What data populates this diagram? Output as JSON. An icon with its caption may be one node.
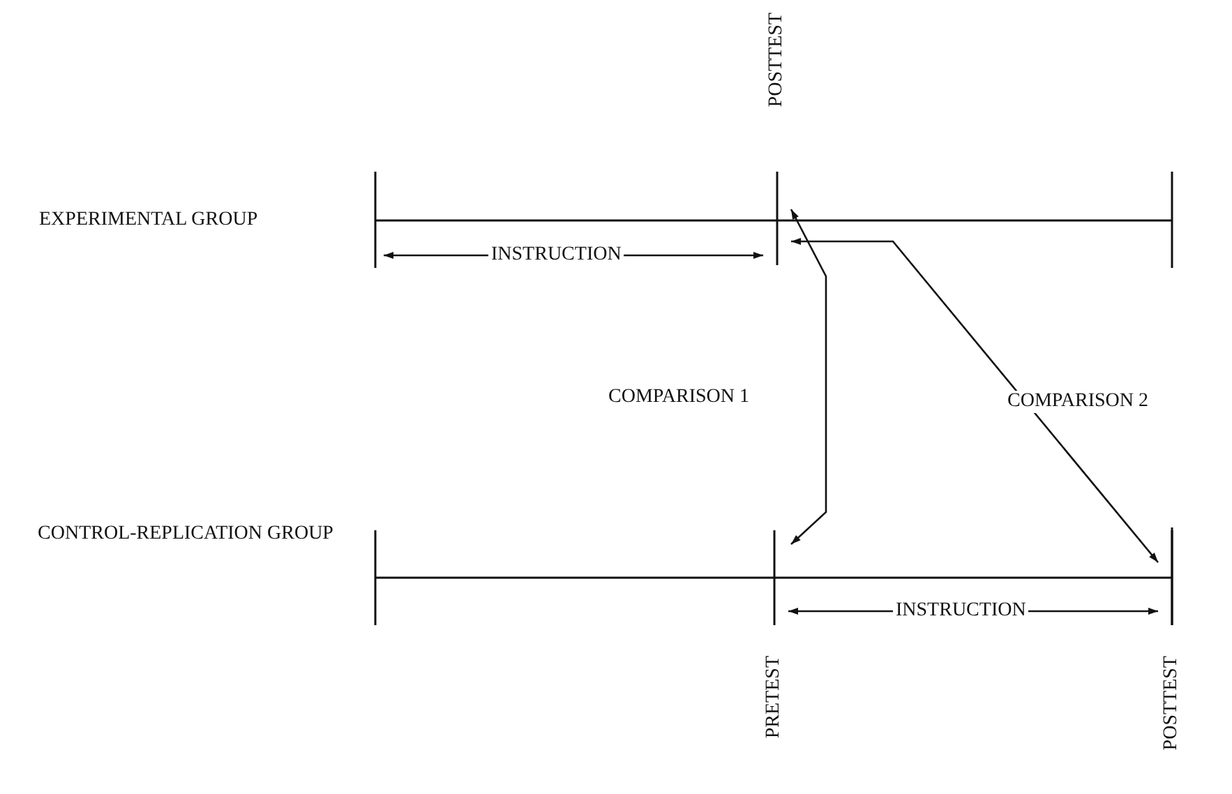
{
  "diagram": {
    "nodes": [
      {
        "text": [
          "POSTTEST"
        ]
      },
      {
        "text": [
          "PRETEST"
        ]
      },
      {
        "text": [
          "POSTTEST"
        ]
      }
    ],
    "edges": [
      {
        "from": null,
        "to": 0,
        "arrow": "both",
        "label": "INSTRUCTION"
      },
      {
        "from": 0,
        "to": 1,
        "arrow": "both",
        "label": "COMPARISON 1"
      },
      {
        "from": 0,
        "to": 2,
        "arrow": "both",
        "label": "COMPARISON 2"
      },
      {
        "from": 1,
        "to": 2,
        "arrow": "both",
        "label": "INSTRUCTION"
      }
    ],
    "labels": [
      "EXPERIMENTAL GROUP",
      "CONTROL-REPLICATION GROUP"
    ]
  }
}
